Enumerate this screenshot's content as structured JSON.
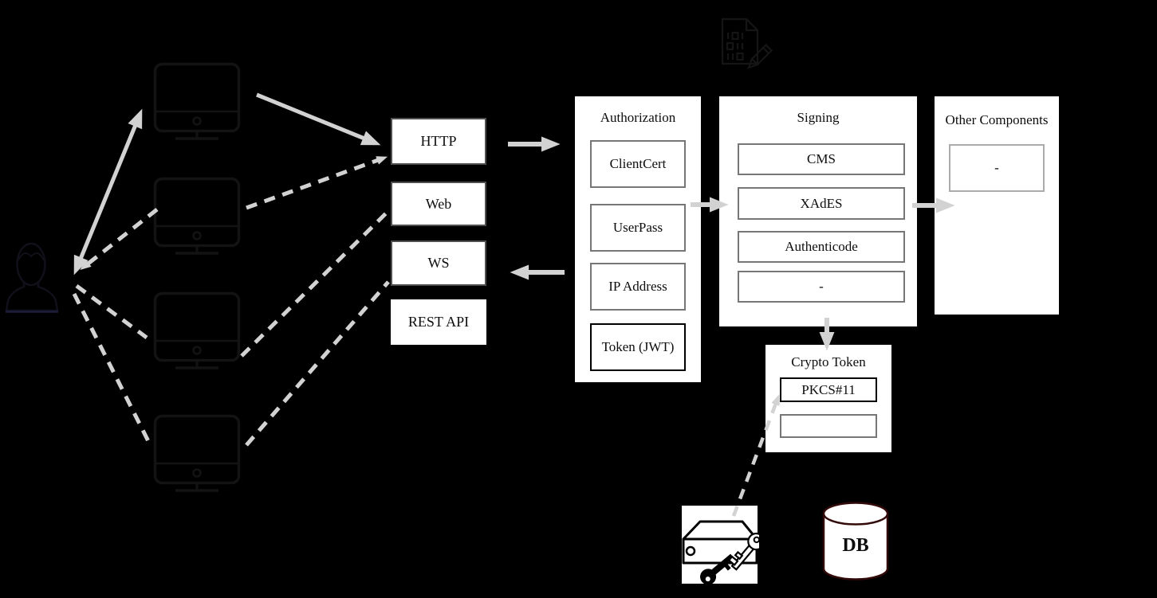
{
  "diagram": {
    "kind": "architecture-diagram",
    "background": "#000000",
    "arrow_color": "#d2d2d2"
  },
  "protocols": {
    "items": [
      "HTTP",
      "Web",
      "WS",
      "REST API"
    ]
  },
  "panels": {
    "authorization": {
      "title": "Authorization",
      "items": [
        "ClientCert",
        "UserPass",
        "IP Address",
        "Token (JWT)"
      ]
    },
    "signing": {
      "title": "Signing",
      "items": [
        "CMS",
        "XAdES",
        "Authenticode",
        "-"
      ]
    },
    "other_components": {
      "title": "Other Components",
      "items": [
        "-"
      ]
    },
    "crypto_token": {
      "title": "Crypto Token",
      "items": [
        "PKCS#11",
        ""
      ]
    }
  },
  "database": {
    "label": "DB"
  },
  "icons": [
    "user-icon",
    "monitor-icon",
    "document-sign-icon",
    "hsm-keys-icon",
    "database-cylinder-icon"
  ],
  "colors": {
    "panel_bg": "#ffffff",
    "box_border_gray": "#767676",
    "box_border_black": "#000000",
    "proto_border": "#4f4f4f",
    "db_outline": "#330a0a",
    "arrow": "#d2d2d2"
  },
  "edges": [
    {
      "from": "user",
      "to": "client-1",
      "style": "solid",
      "arrows": "both"
    },
    {
      "from": "client-2",
      "to": "user",
      "style": "dashed",
      "arrows": "end"
    },
    {
      "from": "user",
      "to": "client-3",
      "style": "dashed",
      "arrows": "none"
    },
    {
      "from": "user",
      "to": "client-4",
      "style": "dashed",
      "arrows": "none"
    },
    {
      "from": "client-1",
      "to": "HTTP",
      "style": "solid",
      "arrows": "end"
    },
    {
      "from": "client-2",
      "to": "HTTP",
      "style": "dashed",
      "arrows": "end"
    },
    {
      "from": "client-3",
      "to": "Web",
      "style": "dashed",
      "arrows": "none"
    },
    {
      "from": "client-4",
      "to": "WS",
      "style": "dashed",
      "arrows": "none"
    },
    {
      "from": "HTTP",
      "to": "Authorization",
      "style": "solid",
      "arrows": "end"
    },
    {
      "from": "Authorization",
      "to": "WS",
      "style": "solid",
      "arrows": "end"
    },
    {
      "from": "Authorization",
      "to": "Signing",
      "style": "solid",
      "arrows": "end"
    },
    {
      "from": "Signing",
      "to": "Other Components",
      "style": "solid",
      "arrows": "end"
    },
    {
      "from": "Signing",
      "to": "Crypto Token",
      "style": "solid",
      "arrows": "end"
    },
    {
      "from": "HSM",
      "to": "Crypto Token",
      "style": "dashed",
      "arrows": "end"
    }
  ]
}
